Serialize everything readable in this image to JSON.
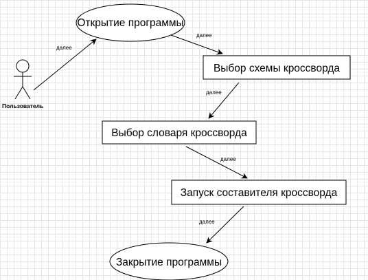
{
  "actor": {
    "label": "Пользователь"
  },
  "nodes": {
    "open_program": "Открытие программы",
    "choose_scheme": "Выбор схемы кроссворда",
    "choose_dictionary": "Выбор словаря кроссворда",
    "run_composer": "Запуск составителя кроссворда",
    "close_program": "Закрытие программы"
  },
  "edges": {
    "actor_to_open": "далее",
    "open_to_scheme": "далее",
    "scheme_to_dictionary": "далее",
    "dictionary_to_composer": "далее",
    "composer_to_close": "далее"
  },
  "colors": {
    "stroke": "#000000",
    "grid": "#e6e6e6",
    "background": "#ffffff"
  }
}
